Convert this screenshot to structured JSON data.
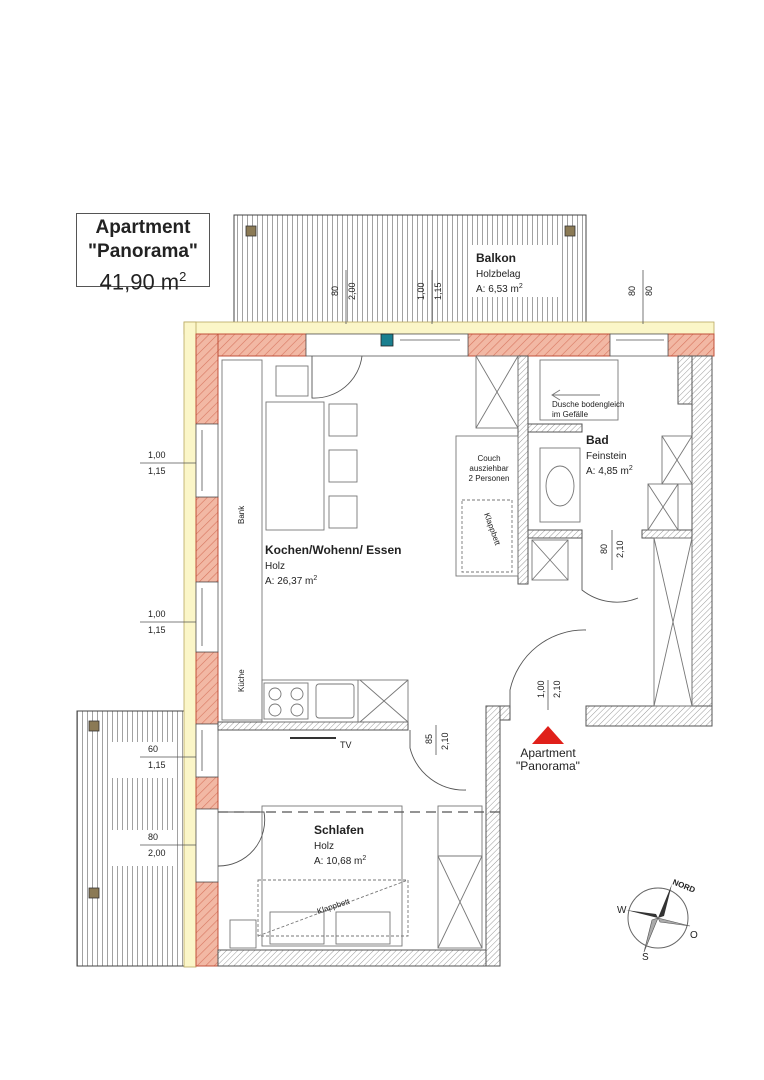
{
  "title": {
    "line1": "Apartment",
    "line2": "\"Panorama\"",
    "area_value": "41,90 m",
    "area_sup": "2"
  },
  "rooms": {
    "balkon": {
      "name": "Balkon",
      "floor": "Holzbelag",
      "area": "A: 6,53 m",
      "sup": "2"
    },
    "wohnen": {
      "name": "Kochen/Wohenn/ Essen",
      "floor": "Holz",
      "area": "A: 26,37 m",
      "sup": "2"
    },
    "bad": {
      "name": "Bad",
      "floor": "Feinstein",
      "area": "A: 4,85 m",
      "sup": "2"
    },
    "schlafen": {
      "name": "Schlafen",
      "floor": "Holz",
      "area": "A: 10,68 m",
      "sup": "2"
    }
  },
  "labels": {
    "dusche_1": "Dusche bodengleich",
    "dusche_2": "im Gefälle",
    "couch_1": "Couch",
    "couch_2": "ausziehbar",
    "couch_3": "2 Personen",
    "klappbett": "Klappbett",
    "bank": "Bank",
    "kueche": "Küche",
    "tv": "TV",
    "entrance_1": "Apartment",
    "entrance_2": "\"Panorama\""
  },
  "dimensions": {
    "balcony_door_w": "80",
    "balcony_door_h": "2,00",
    "balcony_window_w": "1,00",
    "balcony_window_h": "1,15",
    "right_window_w": "80",
    "right_window_h": "80",
    "left_window1_w": "1,00",
    "left_window1_h": "1,15",
    "left_window2_w": "1,00",
    "left_window2_h": "1,15",
    "left_window3_w": "60",
    "left_window3_h": "1,15",
    "left_door_w": "80",
    "left_door_h": "2,00",
    "bad_door_w": "80",
    "bad_door_h": "2,10",
    "entry_door_w": "1,00",
    "entry_door_h": "2,10",
    "bed_door_w": "85",
    "bed_door_h": "2,10"
  },
  "compass": {
    "n": "NORD",
    "w": "W",
    "o": "O",
    "s": "S"
  },
  "colors": {
    "wall_fill": "#f2b8a4",
    "wall_stroke": "#c0503a",
    "insulation": "#fbf6c8",
    "entrance_arrow": "#e0201a",
    "window_accent": "#1a7f8f"
  }
}
